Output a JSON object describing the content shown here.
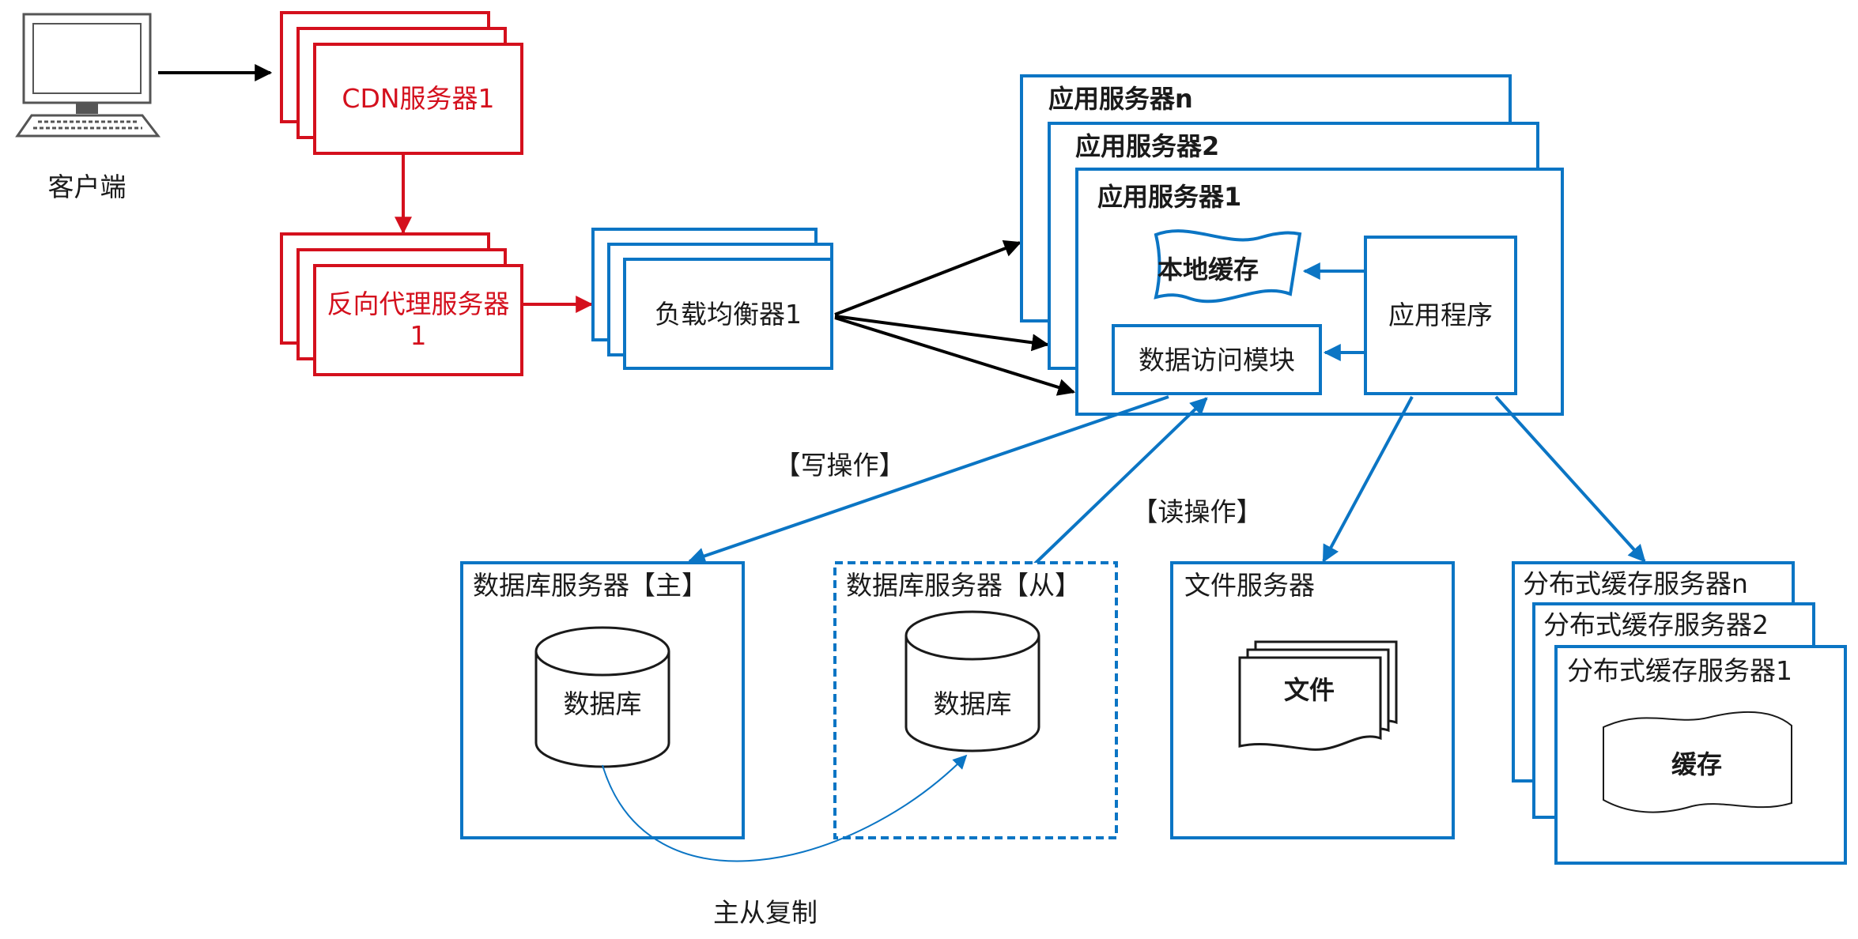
{
  "colors": {
    "red": "#d4101d",
    "blue": "#0b75c4",
    "black": "#000000",
    "gray": "#444444",
    "text": "#1a1a1a"
  },
  "client": {
    "label": "客户端",
    "icon": "desktop-computer-icon"
  },
  "cdn": {
    "label": "CDN服务器1"
  },
  "reverse_proxy": {
    "line1": "反向代理服务器",
    "line2": "1"
  },
  "load_balancer": {
    "label": "负载均衡器1"
  },
  "app_servers": {
    "n": "应用服务器n",
    "two": "应用服务器2",
    "one": "应用服务器1",
    "local_cache": "本地缓存",
    "app_program": "应用程序",
    "data_access": "数据访问模块"
  },
  "operations": {
    "write": "【写操作】",
    "read": "【读操作】",
    "replication": "主从复制"
  },
  "db_master": {
    "title": "数据库服务器【主】",
    "db": "数据库"
  },
  "db_slave": {
    "title": "数据库服务器【从】",
    "db": "数据库"
  },
  "file_server": {
    "title": "文件服务器",
    "file": "文件"
  },
  "cache_servers": {
    "n": "分布式缓存服务器n",
    "two": "分布式缓存服务器2",
    "one": "分布式缓存服务器1",
    "cache": "缓存"
  }
}
